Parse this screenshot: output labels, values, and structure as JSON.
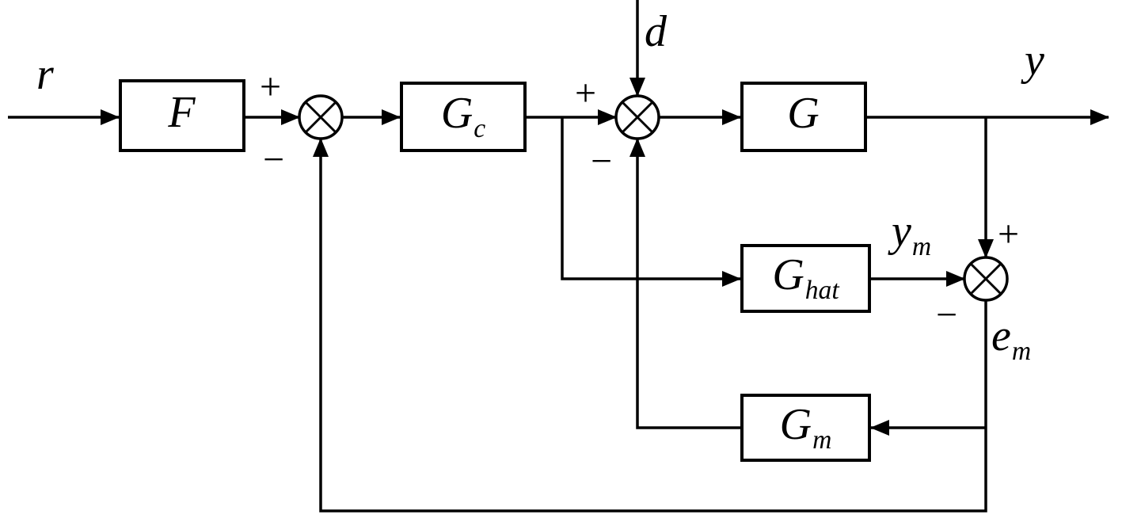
{
  "diagram": {
    "background": "#ffffff",
    "line_color": "#000000",
    "blocks": [
      {
        "id": "f",
        "main": "F",
        "sub": ""
      },
      {
        "id": "gc",
        "main": "G",
        "sub": "c"
      },
      {
        "id": "g",
        "main": "G",
        "sub": ""
      },
      {
        "id": "ghat",
        "main": "G",
        "sub": "hat"
      },
      {
        "id": "gm",
        "main": "G",
        "sub": "m"
      }
    ],
    "signals": {
      "r": "r",
      "d": "d",
      "y": "y",
      "ym_main": "y",
      "ym_sub": "m",
      "em_main": "e",
      "em_sub": "m"
    },
    "signs": {
      "sum1_plus": "+",
      "sum1_minus": "−",
      "sum2_plus": "+",
      "sum2_minus": "−",
      "sum3_plus": "+",
      "sum3_minus": "−"
    },
    "junctions": [
      {
        "id": "sum1",
        "symbol": "circle-cross"
      },
      {
        "id": "sum2",
        "symbol": "circle-cross"
      },
      {
        "id": "sum3",
        "symbol": "circle-cross"
      }
    ]
  }
}
